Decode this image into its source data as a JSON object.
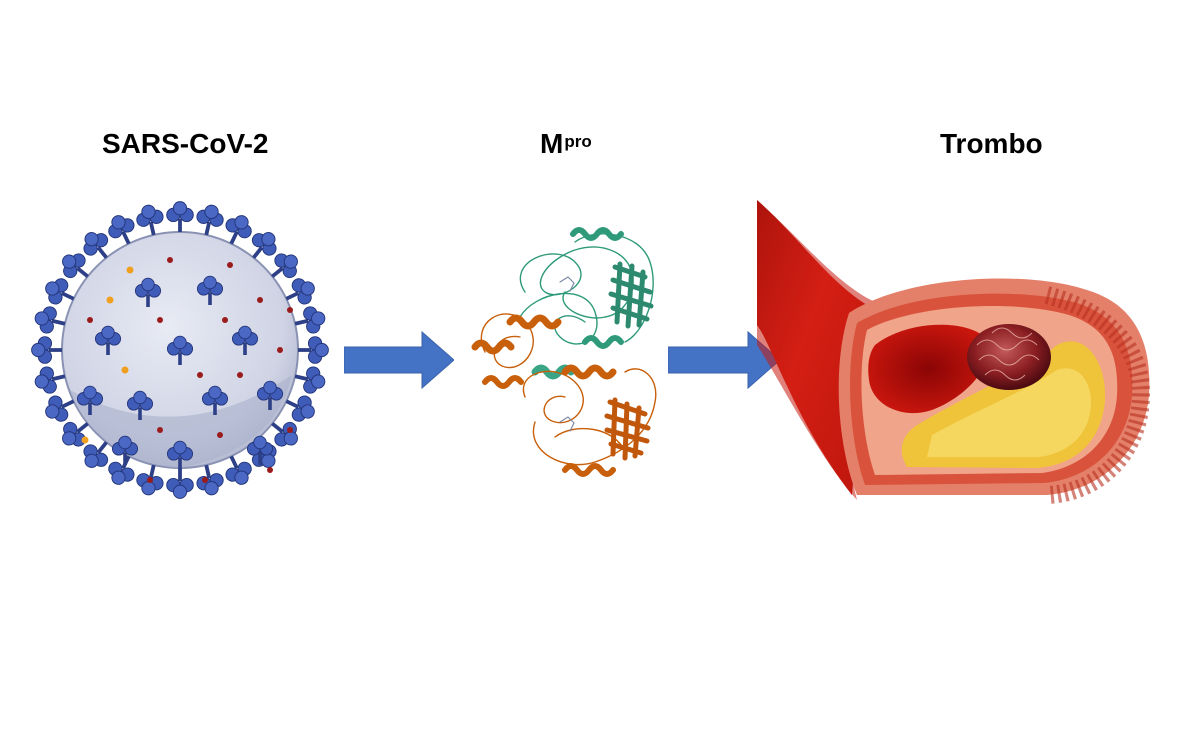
{
  "labels": {
    "virus": "SARS-CoV-2",
    "mpro_base": "M",
    "mpro_sup": "pro",
    "thrombus": "Trombo"
  },
  "colors": {
    "virus_body": "#c9cde0",
    "spike": "#3f5db8",
    "protein_green": "#2e9a7a",
    "protein_orange": "#c85f0a",
    "arrow": "#4472c4",
    "vessel_red": "#e0261a",
    "plaque_yellow": "#f0c43a"
  },
  "icons": {
    "virus": "virus-particle-illustration",
    "protease": "protein-ribbon-structure-illustration",
    "vessel": "blood-vessel-thrombus-illustration"
  }
}
